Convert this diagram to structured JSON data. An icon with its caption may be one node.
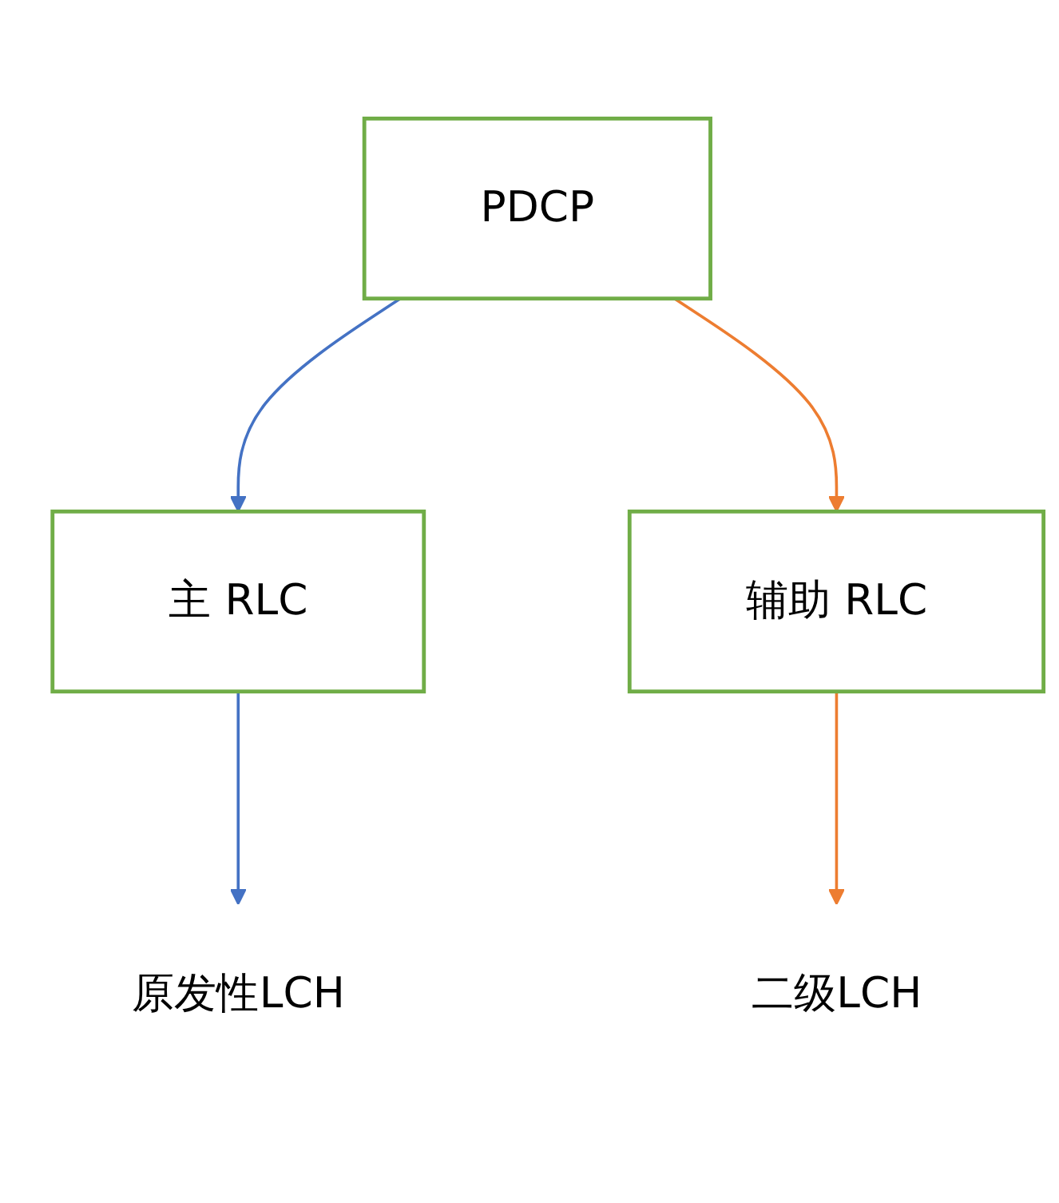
{
  "diagram": {
    "nodes": [
      {
        "text": [
          "PDCP"
        ]
      },
      {
        "text": [
          "主 RLC"
        ]
      },
      {
        "text": [
          "辅助 RLC"
        ]
      },
      {
        "text": [
          "原发性LCH"
        ]
      },
      {
        "text": [
          "二级LCH"
        ]
      }
    ],
    "edges": [
      {
        "from": 0,
        "to": 1,
        "arrow": "to",
        "color": "#4472c4"
      },
      {
        "from": 0,
        "to": 2,
        "arrow": "to",
        "color": "#ed7d31"
      },
      {
        "from": 1,
        "to": 3,
        "arrow": "to",
        "color": "#4472c4"
      },
      {
        "from": 2,
        "to": 4,
        "arrow": "to",
        "color": "#ed7d31"
      }
    ]
  }
}
